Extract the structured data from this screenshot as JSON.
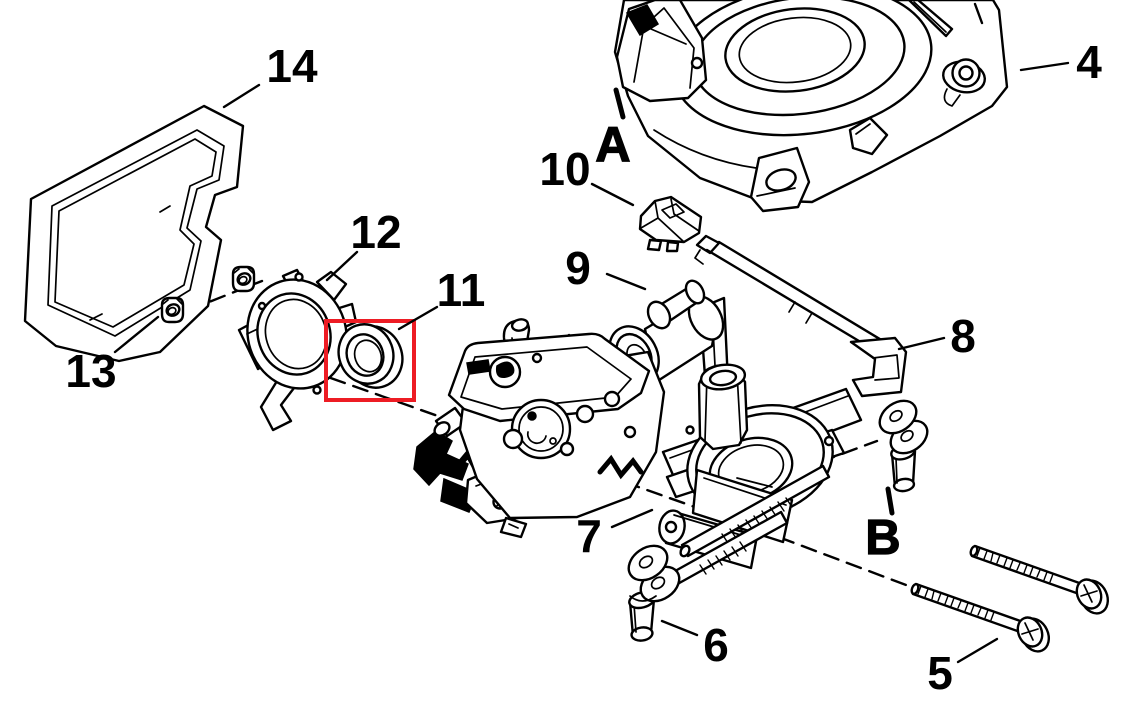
{
  "diagram": {
    "kind": "exploded-parts-diagram",
    "background_color": "#ffffff",
    "line_color": "#000000",
    "highlight_box_color": "#ed1c24",
    "highlighted_part_label": "11"
  },
  "labels": [
    {
      "id": "part-14",
      "text": "14"
    },
    {
      "id": "part-4",
      "text": "4"
    },
    {
      "id": "view-A",
      "text": "A"
    },
    {
      "id": "part-10",
      "text": "10"
    },
    {
      "id": "part-12",
      "text": "12"
    },
    {
      "id": "part-9",
      "text": "9"
    },
    {
      "id": "part-11",
      "text": "11"
    },
    {
      "id": "part-13",
      "text": "13"
    },
    {
      "id": "part-8",
      "text": "8"
    },
    {
      "id": "part-7",
      "text": "7"
    },
    {
      "id": "view-B",
      "text": "B"
    },
    {
      "id": "part-6",
      "text": "6"
    },
    {
      "id": "part-5",
      "text": "5"
    }
  ]
}
